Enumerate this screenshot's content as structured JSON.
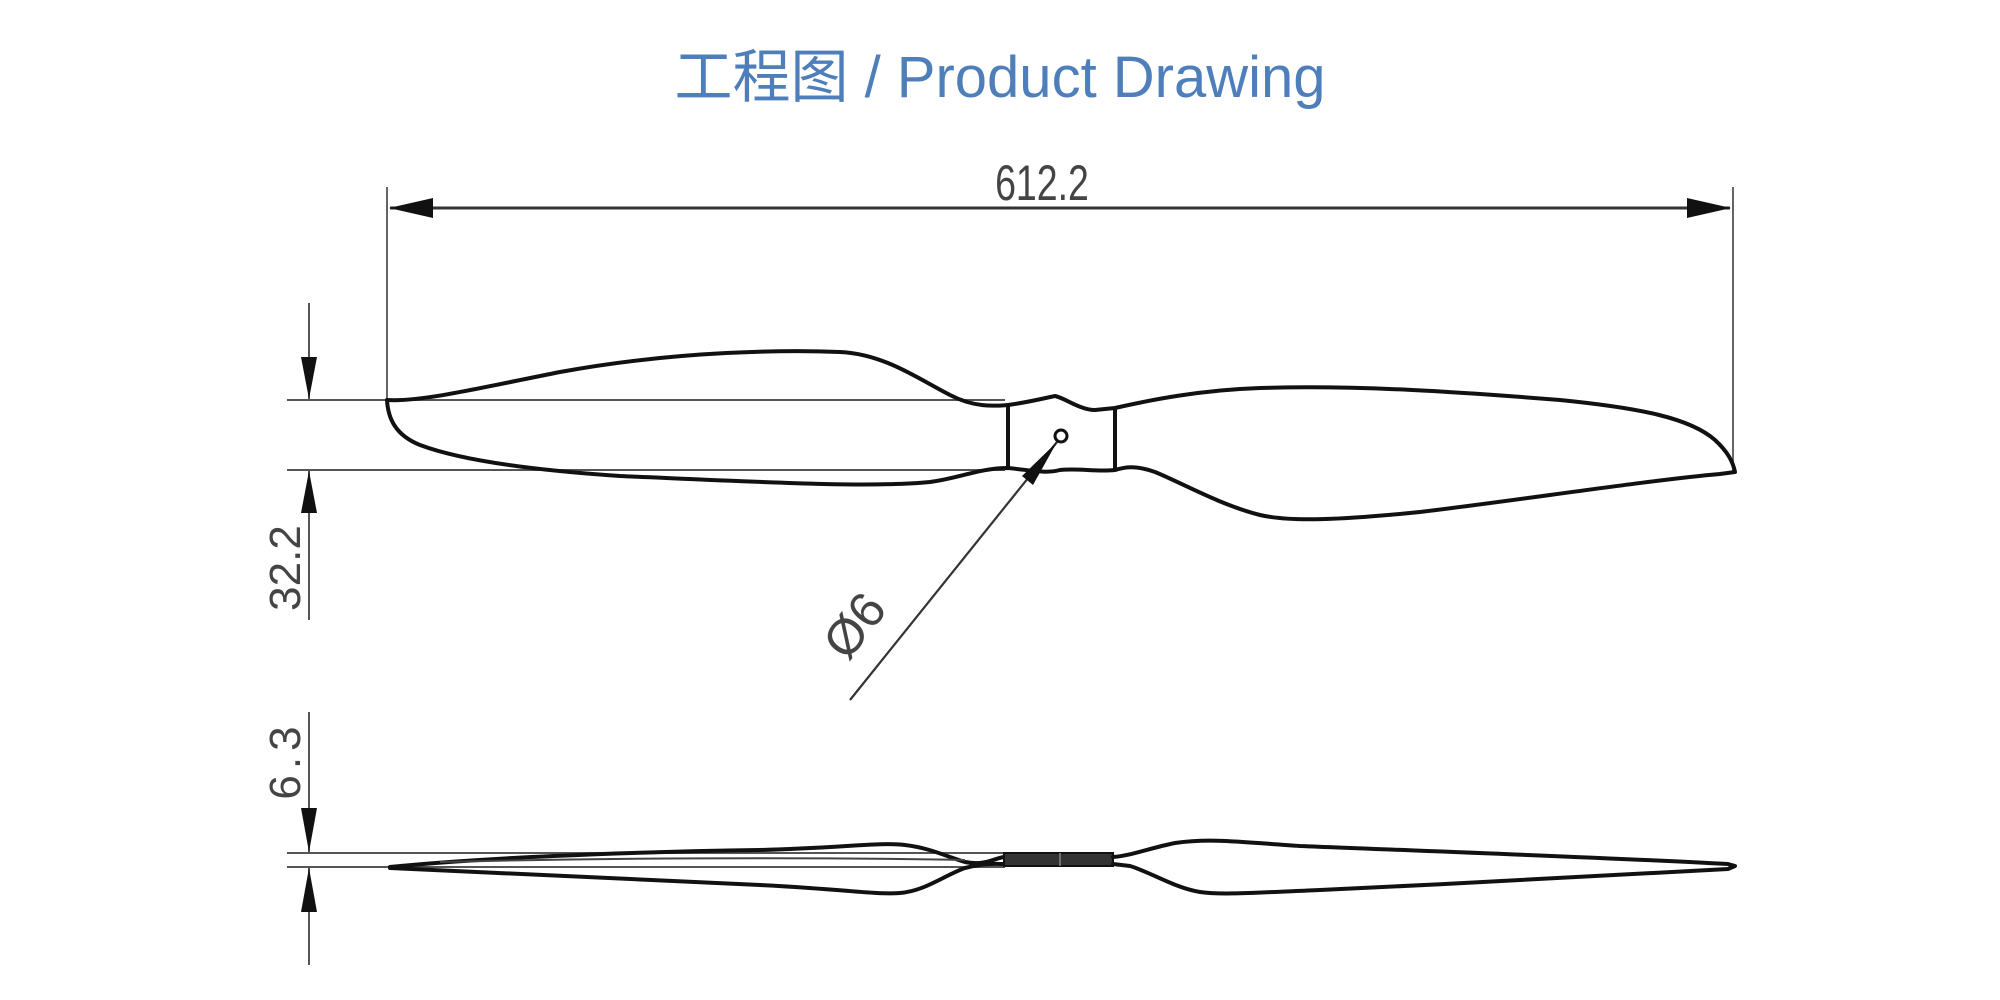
{
  "header": {
    "title": "工程图 / Product Drawing",
    "title_color": "#4e7fbb"
  },
  "drawing": {
    "subject": "propeller",
    "views": [
      "top-view",
      "side-view"
    ],
    "dimensions": {
      "overall_length": "612.2",
      "blade_chord_width": "32.2",
      "hub_thickness": "6.3",
      "hole_diameter": "Ø6"
    },
    "line_color": "#111111",
    "dimension_color": "#444444"
  }
}
